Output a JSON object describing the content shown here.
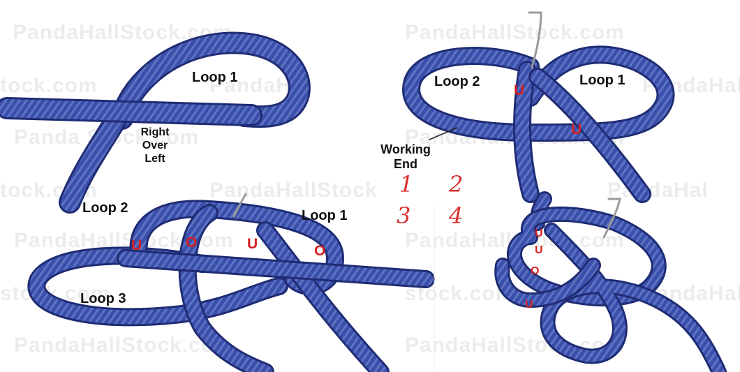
{
  "watermark": "PandaHallStock.com",
  "watermark_fragments": {
    "stock_com": "tock.com",
    "stock_com_s": "stock.com",
    "pandahal": "PandaHal",
    "pandahall_stock": "PandaHallStock",
    "pandahallstock_com": "PandaHallStock.com",
    "panda_tock": "Panda    Stock.com",
    "tockcom2": "stock.com"
  },
  "panel1": {
    "loop1": "Loop 1",
    "crossing_lines": [
      "Right",
      "Over",
      "Left"
    ]
  },
  "panel2": {
    "loop2": "Loop 2",
    "loop1": "Loop 1",
    "working_end_lines": [
      "Working",
      "End"
    ],
    "marks": [
      "U",
      "U"
    ]
  },
  "panel3": {
    "loop2": "Loop 2",
    "loop1": "Loop 1",
    "loop3": "Loop 3",
    "marks": [
      "U",
      "O",
      "U",
      "O"
    ]
  },
  "panel4": {
    "marks": [
      "U",
      "U",
      "O",
      "U"
    ]
  },
  "step_numbers": [
    "1",
    "2",
    "3",
    "4"
  ],
  "colors": {
    "rope": "#3a4faa",
    "rope_dark": "#1f2c74",
    "rope_light": "#7d8fd8",
    "mark": "#d62020",
    "watermark": "#ececec",
    "needle": "#9a9a9a"
  }
}
